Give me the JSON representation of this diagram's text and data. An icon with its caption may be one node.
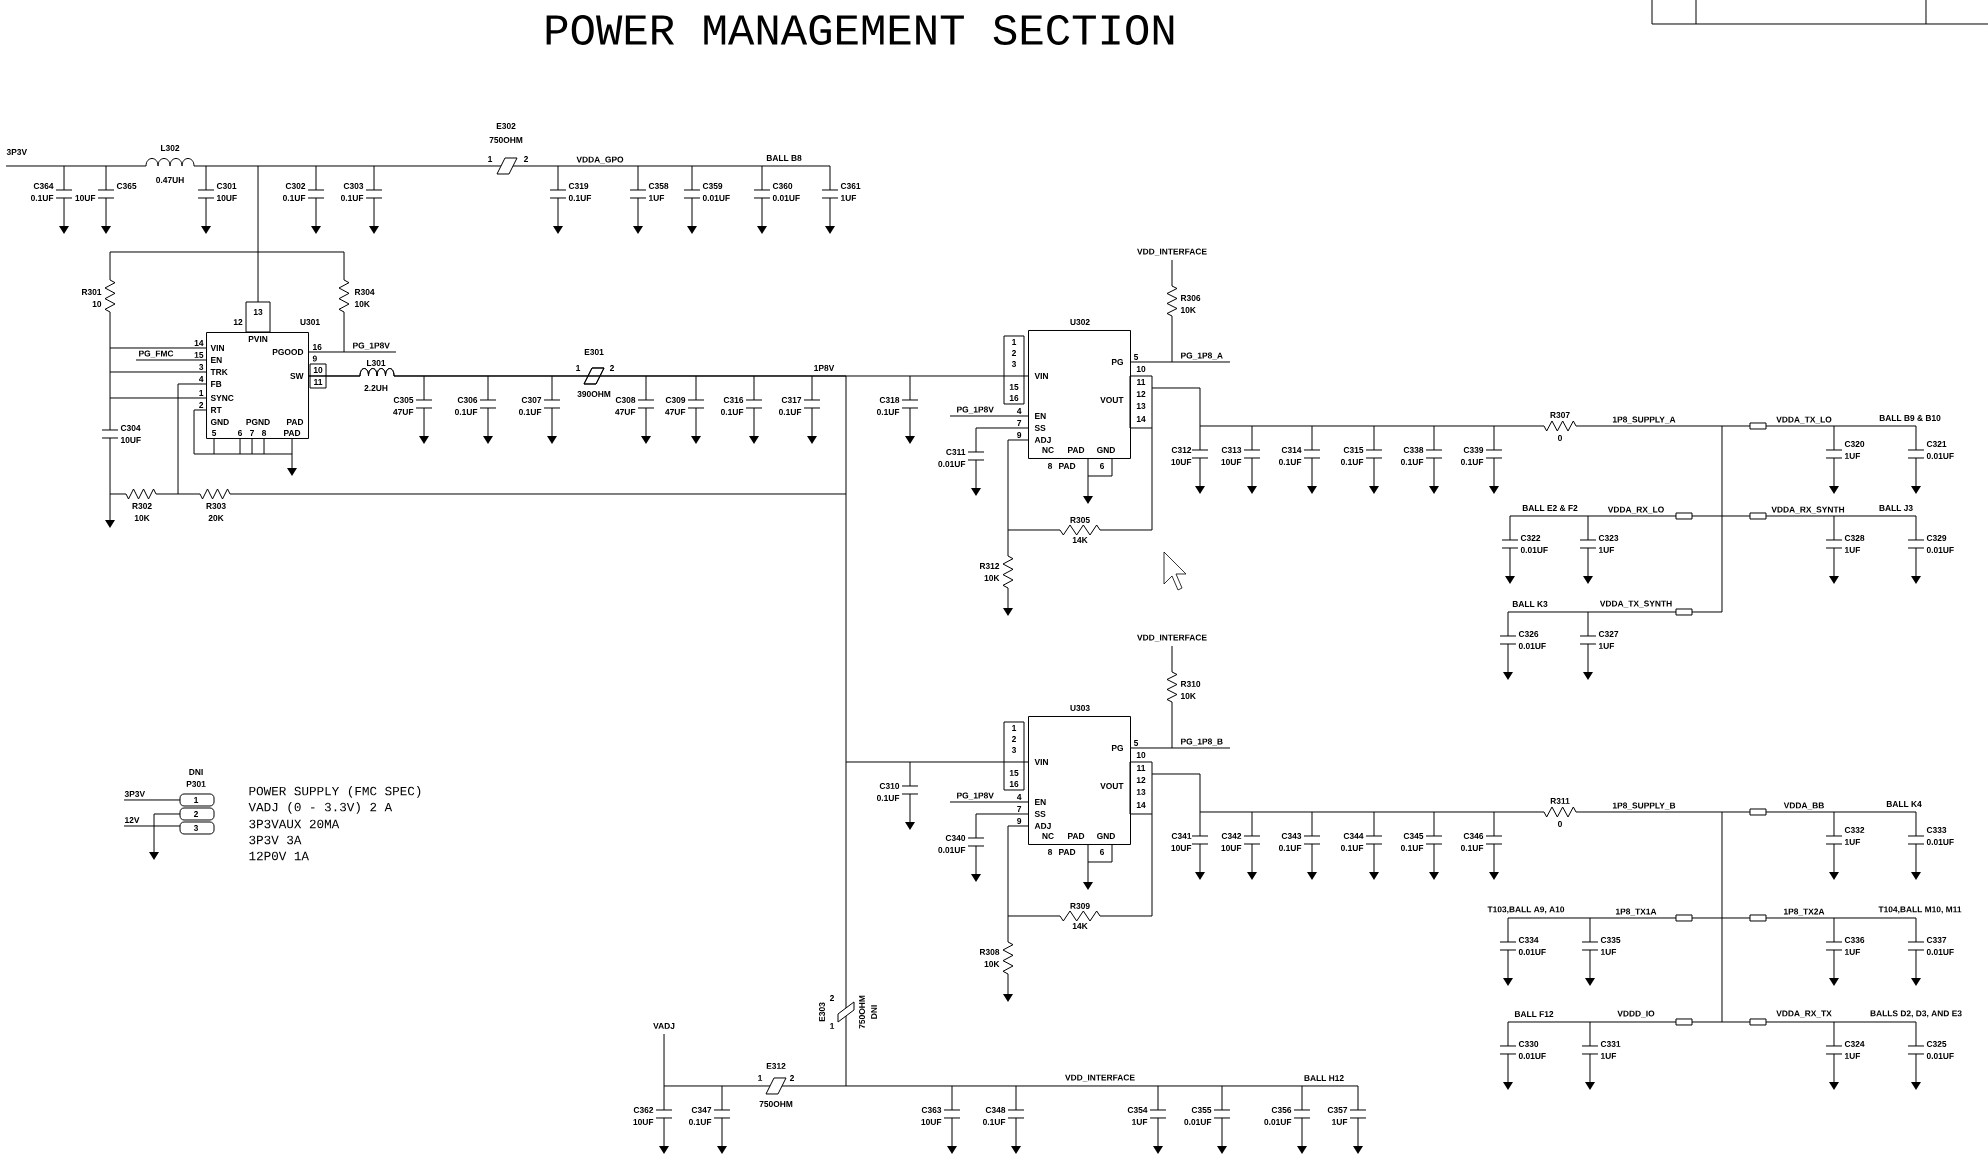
{
  "diagram": {
    "title": "POWER MANAGEMENT SECTION",
    "nodes": [
      {
        "text": [
          "U301",
          "12",
          "13",
          "PVIN",
          "14",
          "VIN",
          "15",
          "EN",
          "3",
          "TRK",
          "4",
          "FB",
          "1",
          "SYNC",
          "2",
          "RT",
          "16",
          "PGOOD",
          "9",
          "10",
          "11",
          "SW",
          "GND",
          "PGND",
          "PAD",
          "5",
          "6",
          "7",
          "8",
          "PAD"
        ]
      },
      {
        "text": [
          "U302",
          "1",
          "2",
          "3",
          "15",
          "16",
          "VIN",
          "4",
          "EN",
          "7",
          "SS",
          "9",
          "ADJ",
          "5",
          "PG",
          "10",
          "11",
          "12",
          "13",
          "14",
          "VOUT",
          "NC",
          "PAD",
          "GND",
          "8",
          "PAD",
          "6"
        ]
      },
      {
        "text": [
          "U303",
          "1",
          "2",
          "3",
          "15",
          "16",
          "VIN",
          "4",
          "EN",
          "7",
          "SS",
          "9",
          "ADJ",
          "5",
          "PG",
          "10",
          "11",
          "12",
          "13",
          "14",
          "VOUT",
          "NC",
          "PAD",
          "GND",
          "8",
          "PAD",
          "6"
        ]
      },
      {
        "text": [
          "DNI",
          "P301",
          "1",
          "2",
          "3"
        ]
      }
    ],
    "edges": [
      {
        "from": 0,
        "to": 1,
        "arrow": "none"
      },
      {
        "from": 0,
        "to": 2,
        "arrow": "none"
      }
    ],
    "labels": [
      "3P3V",
      "L302",
      "0.47UH",
      "C364",
      "0.1UF",
      "10UF",
      "C365",
      "C301",
      "10UF",
      "C302",
      "0.1UF",
      "C303",
      "0.1UF",
      "E302",
      "750OHM",
      "1",
      "2",
      "VDDA_GPO",
      "C319",
      "0.1UF",
      "C358",
      "1UF",
      "C359",
      "0.01UF",
      "BALL B8",
      "C360",
      "0.01UF",
      "C361",
      "1UF",
      "R301",
      "10",
      "R304",
      "10K",
      "PG_FMC",
      "PG_1P8V",
      "L301",
      "2.2UH",
      "C305",
      "47UF",
      "C306",
      "0.1UF",
      "C307",
      "0.1UF",
      "E301",
      "1",
      "2",
      "390OHM",
      "C308",
      "47UF",
      "C309",
      "47UF",
      "C316",
      "0.1UF",
      "C317",
      "0.1UF",
      "1P8V",
      "C304",
      "10UF",
      "R302",
      "10K",
      "R303",
      "20K",
      "VDD_INTERFACE",
      "R306",
      "10K",
      "PG_1P8_A",
      "C318",
      "0.1UF",
      "PG_1P8V",
      "C311",
      "0.01UF",
      "R305",
      "14K",
      "R312",
      "10K",
      "C312",
      "10UF",
      "C313",
      "10UF",
      "C314",
      "0.1UF",
      "C315",
      "0.1UF",
      "C338",
      "0.1UF",
      "C339",
      "0.1UF",
      "R307",
      "0",
      "1P8_SUPPLY_A",
      "VDDA_TX_LO",
      "BALL B9 & B10",
      "C320",
      "1UF",
      "C321",
      "0.01UF",
      "BALL E2 & F2",
      "VDDA_RX_LO",
      "VDDA_RX_SYNTH",
      "BALL J3",
      "C322",
      "0.01UF",
      "C323",
      "1UF",
      "C328",
      "1UF",
      "C329",
      "0.01UF",
      "BALL K3",
      "VDDA_TX_SYNTH",
      "C326",
      "0.01UF",
      "C327",
      "1UF",
      "VDD_INTERFACE",
      "R310",
      "10K",
      "PG_1P8_B",
      "C310",
      "0.1UF",
      "PG_1P8V",
      "C340",
      "0.01UF",
      "R309",
      "14K",
      "R308",
      "10K",
      "C341",
      "10UF",
      "C342",
      "10UF",
      "C343",
      "0.1UF",
      "C344",
      "0.1UF",
      "C345",
      "0.1UF",
      "C346",
      "0.1UF",
      "R311",
      "0",
      "1P8_SUPPLY_B",
      "VDDA_BB",
      "BALL K4",
      "C332",
      "1UF",
      "C333",
      "0.01UF",
      "T103,BALL A9, A10",
      "1P8_TX1A",
      "1P8_TX2A",
      "T104,BALL M10, M11",
      "C334",
      "0.01UF",
      "C335",
      "1UF",
      "C336",
      "1UF",
      "C337",
      "0.01UF",
      "BALL F12",
      "VDDD_IO",
      "VDDA_RX_TX",
      "BALLS D2, D3, AND E3",
      "C330",
      "0.01UF",
      "C331",
      "1UF",
      "C324",
      "1UF",
      "C325",
      "0.01UF",
      "VADJ",
      "E303",
      "1",
      "2",
      "750OHM",
      "DNI",
      "C362",
      "10UF",
      "C347",
      "0.1UF",
      "E312",
      "1",
      "2",
      "750OHM",
      "VDD_INTERFACE",
      "BALL H12",
      "C363",
      "10UF",
      "C348",
      "0.1UF",
      "C354",
      "1UF",
      "C355",
      "0.01UF",
      "C356",
      "0.01UF",
      "C357",
      "1UF",
      "3P3V",
      "12V",
      "POWER SUPPLY (FMC SPEC)",
      "VADJ (0 - 3.3V) 2 A",
      "3P3VAUX 20MA",
      "3P3V 3A",
      "12P0V 1A"
    ]
  }
}
